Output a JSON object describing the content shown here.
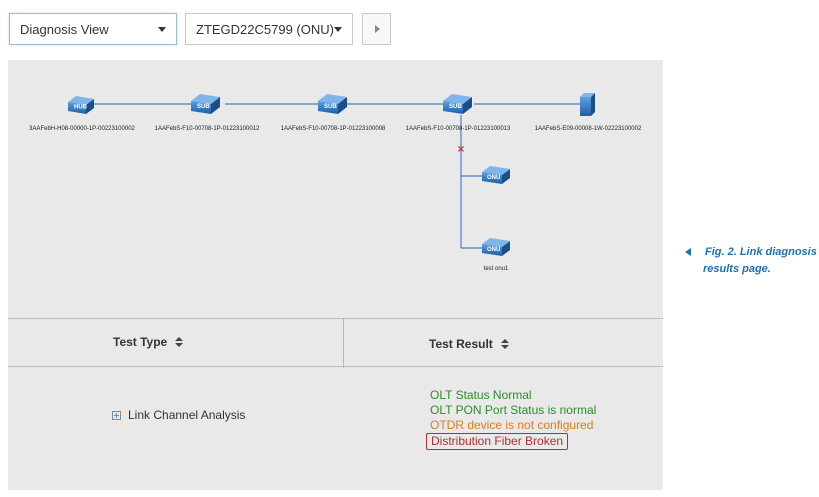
{
  "toolbar": {
    "view_select": "Diagnosis View",
    "device_select": "ZTEGD22C5799 (ONU)"
  },
  "topology": {
    "nodes": [
      {
        "type": "HUB",
        "label": "3AAFebH-H08-00000-1P-00223100002"
      },
      {
        "type": "SUB",
        "label": "1AAFebS-F10-00708-1P-01223100012"
      },
      {
        "type": "SUB",
        "label": "1AAFebS-F10-00708-1P-01223100008"
      },
      {
        "type": "SUB",
        "label": "1AAFebS-F10-00708-1P-01223100013"
      },
      {
        "type": "END",
        "label": "1AAFebS-E09-00008-1W-02223100002"
      }
    ],
    "onus": [
      {
        "type": "ONU",
        "label": ""
      },
      {
        "type": "ONU",
        "label": "test onu1"
      }
    ],
    "fault_marker": "×",
    "colors": {
      "link": "#4a7fc0",
      "device": "#2b6fb8",
      "fault": "#d22a2a"
    }
  },
  "table": {
    "headers": [
      "Test Type",
      "Test Result"
    ],
    "row": {
      "test_type": "Link Channel Analysis",
      "results": [
        {
          "text": "OLT Status Normal",
          "status": "ok",
          "color": "#2e8b2e"
        },
        {
          "text": "OLT PON Port Status is normal",
          "status": "ok",
          "color": "#2e8b2e"
        },
        {
          "text": "OTDR device is not configured",
          "status": "warn",
          "color": "#e07b1a"
        },
        {
          "text": "Distribution Fiber Broken",
          "status": "error",
          "color": "#b0302a"
        }
      ]
    }
  },
  "caption": {
    "line1": "Fig. 2. Link diagnosis",
    "line2": "results page."
  }
}
